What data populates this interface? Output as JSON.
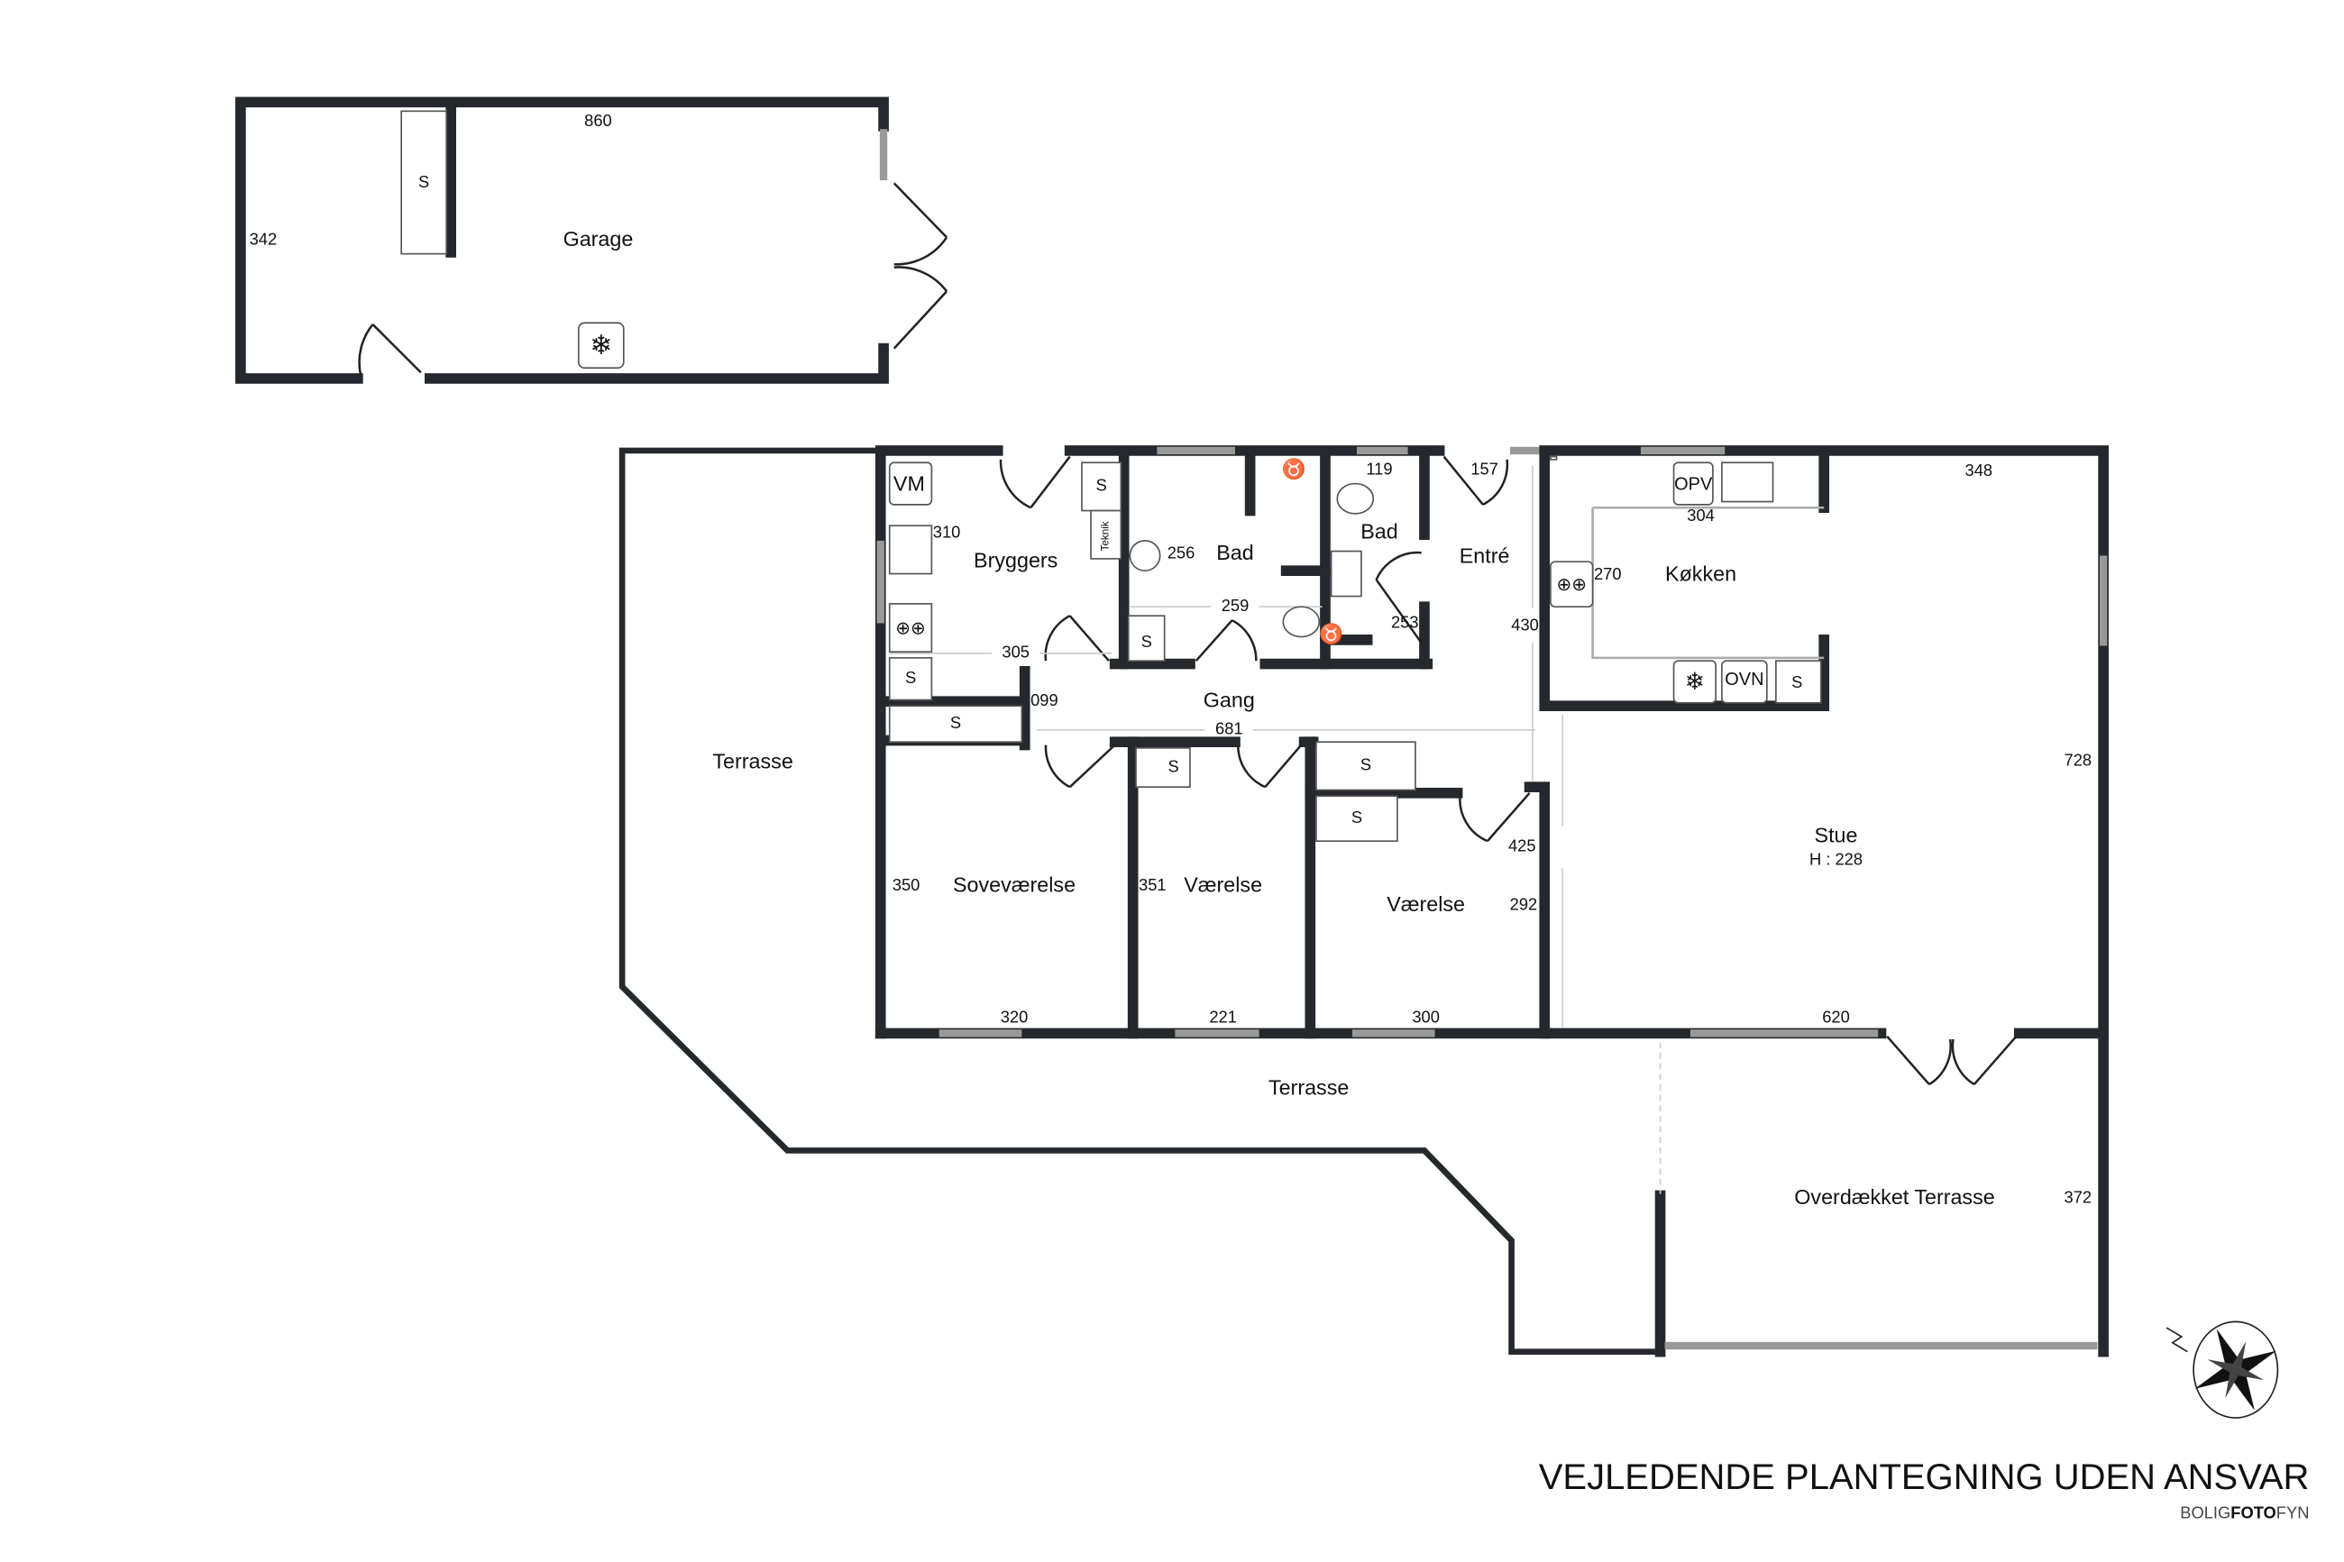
{
  "title": "VEJLEDENDE PLANTEGNING UDEN ANSVAR",
  "brand": {
    "part1": "BOLIG",
    "part2": "FOTO",
    "part3": "FYN"
  },
  "garage": {
    "label": "Garage",
    "width": "860",
    "depth": "342",
    "storage": "S"
  },
  "rooms": {
    "bryggers": {
      "label": "Bryggers",
      "dim_a": "310",
      "dim_b": "305",
      "appliance_vm": "VM",
      "teknik": "Teknik"
    },
    "bad1": {
      "label": "Bad",
      "dim_a": "256",
      "dim_b": "259"
    },
    "bad2": {
      "label": "Bad",
      "dim_a": "119",
      "dim_b": "253"
    },
    "entre": {
      "label": "Entré",
      "dim_a": "157",
      "dim_b": "430"
    },
    "kokken": {
      "label": "Køkken",
      "dim_a": "270",
      "dim_b": "304",
      "appliance_opv": "OPV",
      "appliance_ovn": "OVN"
    },
    "stue": {
      "label": "Stue",
      "height": "H : 228",
      "dim_a": "348",
      "dim_b": "728",
      "dim_c": "425",
      "dim_d": "620"
    },
    "gang": {
      "label": "Gang",
      "dim_a": "099",
      "dim_b": "681"
    },
    "sovevaerelse": {
      "label": "Soveværelse",
      "dim_a": "350",
      "dim_b": "320"
    },
    "vaerelse1": {
      "label": "Værelse",
      "dim_a": "351",
      "dim_b": "221"
    },
    "vaerelse2": {
      "label": "Værelse",
      "dim_a": "292",
      "dim_b": "300"
    },
    "terrasse_west": {
      "label": "Terrasse"
    },
    "terrasse_south": {
      "label": "Terrasse"
    },
    "overdaekket": {
      "label": "Overdækket Terrasse",
      "dim_a": "372"
    }
  },
  "storage_label": "S"
}
